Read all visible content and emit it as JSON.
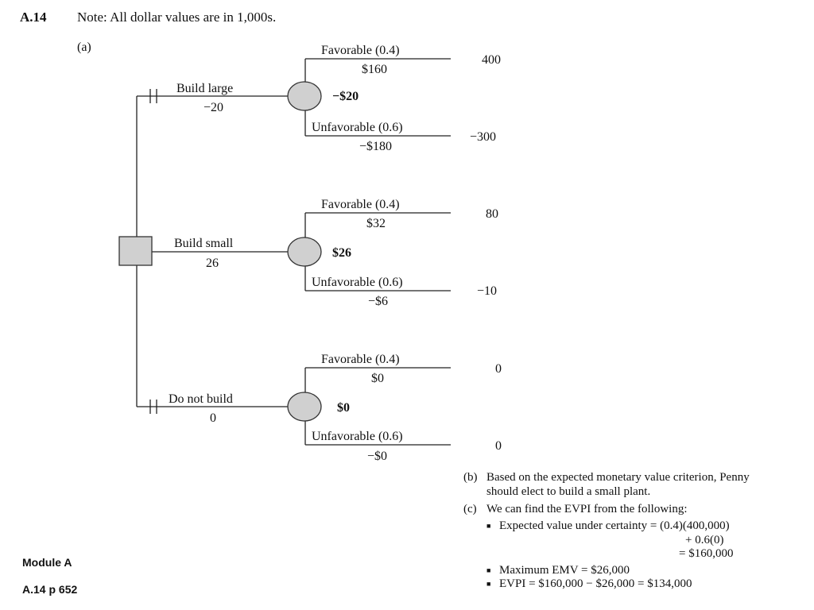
{
  "header": {
    "number": "A.14",
    "note": "Note: All dollar values are in 1,000s."
  },
  "part_a_label": "(a)",
  "decision_node": {
    "label": "decision-node"
  },
  "branches": [
    {
      "name": "Build large",
      "cost": "−20",
      "emv": "−$20",
      "favorable": {
        "label": "Favorable (0.4)",
        "value": "$160",
        "payoff": "400"
      },
      "unfavorable": {
        "label": "Unfavorable (0.6)",
        "value": "−$180",
        "payoff": "−300"
      }
    },
    {
      "name": "Build small",
      "cost": "26",
      "emv": "$26",
      "favorable": {
        "label": "Favorable (0.4)",
        "value": "$32",
        "payoff": "80"
      },
      "unfavorable": {
        "label": "Unfavorable (0.6)",
        "value": "−$6",
        "payoff": "−10"
      }
    },
    {
      "name": "Do not build",
      "cost": "0",
      "emv": "$0",
      "favorable": {
        "label": "Favorable (0.4)",
        "value": "$0",
        "payoff": "0"
      },
      "unfavorable": {
        "label": "Unfavorable (0.6)",
        "value": "−$0",
        "payoff": "0"
      }
    }
  ],
  "part_b": {
    "marker": "(b)",
    "line1": "Based on the expected monetary value criterion, Penny",
    "line2": "should elect to build a small plant."
  },
  "part_c": {
    "marker": "(c)",
    "intro": "We can find the EVPI from the following:",
    "evuc_line1": "Expected value under certainty = (0.4)(400,000)",
    "evuc_line2": "+ 0.6(0)",
    "evuc_line3": "= $160,000",
    "max_emv": "Maximum EMV = $26,000",
    "evpi": "EVPI = $160,000 − $26,000 = $134,000"
  },
  "footer": {
    "module": "Module A",
    "page_ref": "A.14  p 652"
  }
}
